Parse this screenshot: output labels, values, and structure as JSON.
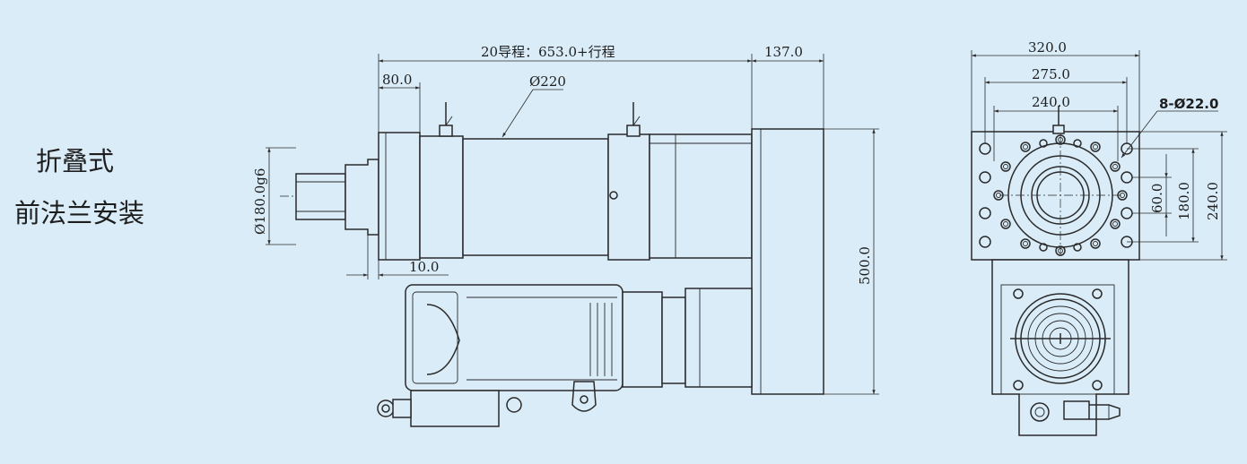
{
  "title": {
    "line1": "折叠式",
    "line2": "前法兰安装"
  },
  "side_view": {
    "stroke_length": "20导程：653.0+行程",
    "end_length": "137.0",
    "flange_length": "80.0",
    "barrel_diameter": "Ø220",
    "rod_diameter": "Ø180.0g6",
    "flange_thickness": "10.0",
    "total_height": "500.0"
  },
  "front_view": {
    "width_outer": "320.0",
    "bolt_circle_x": "275.0",
    "bolt_inner_x": "240.0",
    "holes": "8-Ø22.0",
    "height_outer": "240.0",
    "bolt_circle_y": "180.0",
    "inner_y": "60.0"
  },
  "colors": {
    "background": "#d9ecf8",
    "line": "#2a2a2a"
  }
}
